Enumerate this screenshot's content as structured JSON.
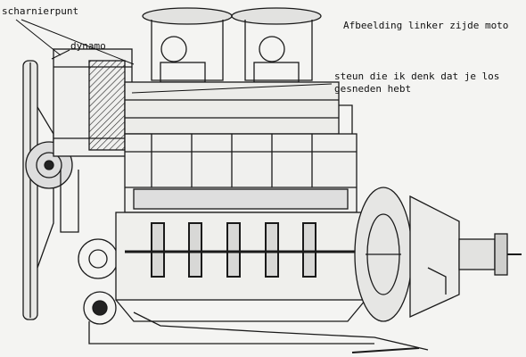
{
  "annotations": {
    "title": "Afbeelding linker zijde moto",
    "hinge_point": "scharnierpunt",
    "dynamo": "dynamo",
    "bracket_line1": "steun die ik denk dat je los",
    "bracket_line2": "gesneden hebt"
  },
  "colors": {
    "ink": "#1a1a1a",
    "paper": "#f4f4f2",
    "annotation_line": "#111111"
  }
}
